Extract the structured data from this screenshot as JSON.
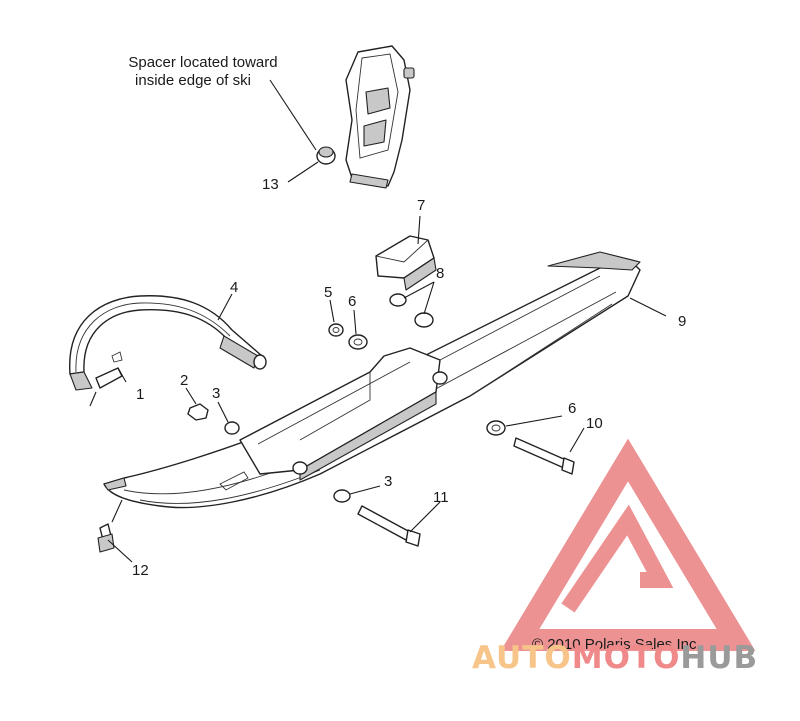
{
  "note": {
    "line1": "Spacer located toward",
    "line2": "inside edge of ski"
  },
  "callouts": {
    "c1": "1",
    "c2": "2",
    "c3a": "3",
    "c3b": "3",
    "c4": "4",
    "c5": "5",
    "c6a": "6",
    "c6b": "6",
    "c7": "7",
    "c8": "8",
    "c9": "9",
    "c10": "10",
    "c11": "11",
    "c12": "12",
    "c13": "13"
  },
  "copyright": "© 2010 Polaris Sales Inc.",
  "watermark": {
    "part1": "AUTO",
    "part2": "MOTO",
    "part3": "HUB",
    "color_orange": "#f7c58a",
    "color_red": "#f08a8a",
    "color_gray": "#9a9a9a"
  }
}
